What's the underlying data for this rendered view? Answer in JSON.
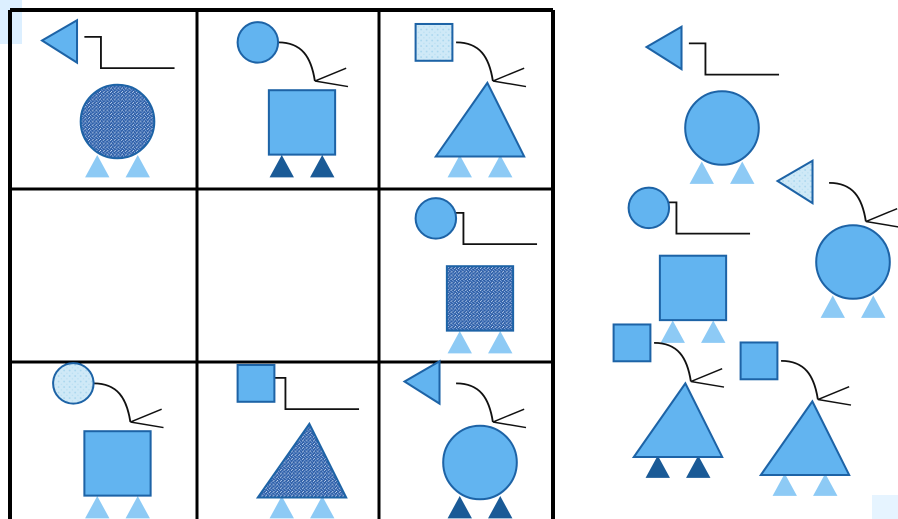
{
  "palette": {
    "fill": "#62b4f0",
    "fill_light": "#8dcaf5",
    "stroke": "#1d63a6",
    "dark_fill": "#1a5a96",
    "pale_fill": "#cfe9f7",
    "pattern_bg": "#2f5fa6",
    "pattern_speck": "#c9dcf6",
    "grid_line": "#000000"
  },
  "grid": {
    "rows": 3,
    "cols": 3,
    "cells": [
      {
        "row": 0,
        "col": 0,
        "head": "triangle",
        "head_fill": "solid",
        "body": "circle",
        "body_fill": "pattern",
        "feet": "light",
        "antenna": "bent"
      },
      {
        "row": 0,
        "col": 1,
        "head": "circle",
        "head_fill": "solid",
        "body": "square",
        "body_fill": "solid",
        "feet": "dark",
        "antenna": "curve"
      },
      {
        "row": 0,
        "col": 2,
        "head": "square",
        "head_fill": "pale",
        "body": "triangle",
        "body_fill": "solid",
        "feet": "light",
        "antenna": "curve"
      },
      {
        "row": 1,
        "col": 0,
        "empty": true
      },
      {
        "row": 1,
        "col": 1,
        "empty": true
      },
      {
        "row": 1,
        "col": 2,
        "head": "circle",
        "head_fill": "solid",
        "body": "square",
        "body_fill": "pattern",
        "feet": "light",
        "antenna": "bent"
      },
      {
        "row": 2,
        "col": 0,
        "head": "circle",
        "head_fill": "pale",
        "body": "square",
        "body_fill": "solid",
        "feet": "light",
        "antenna": "curve"
      },
      {
        "row": 2,
        "col": 1,
        "head": "square",
        "head_fill": "solid",
        "body": "triangle",
        "body_fill": "pattern",
        "feet": "light",
        "antenna": "bent"
      },
      {
        "row": 2,
        "col": 2,
        "head": "triangle",
        "head_fill": "solid",
        "body": "circle",
        "body_fill": "solid",
        "feet": "dark",
        "antenna": "curve"
      }
    ]
  },
  "options": [
    {
      "id": "option-1",
      "head": "triangle",
      "head_fill": "solid",
      "body": "circle",
      "body_fill": "solid",
      "feet": "light",
      "antenna": "bent"
    },
    {
      "id": "option-2",
      "head": "triangle",
      "head_fill": "pale",
      "body": "circle",
      "body_fill": "solid",
      "feet": "light",
      "antenna": "curve"
    },
    {
      "id": "option-3",
      "head": "circle",
      "head_fill": "solid",
      "body": "square",
      "body_fill": "solid",
      "feet": "light",
      "antenna": "bent"
    },
    {
      "id": "option-4",
      "head": "square",
      "head_fill": "solid",
      "body": "triangle",
      "body_fill": "solid",
      "feet": "dark",
      "antenna": "curve"
    },
    {
      "id": "option-5",
      "head": "square",
      "head_fill": "solid",
      "body": "triangle",
      "body_fill": "solid",
      "feet": "light",
      "antenna": "curve"
    }
  ]
}
